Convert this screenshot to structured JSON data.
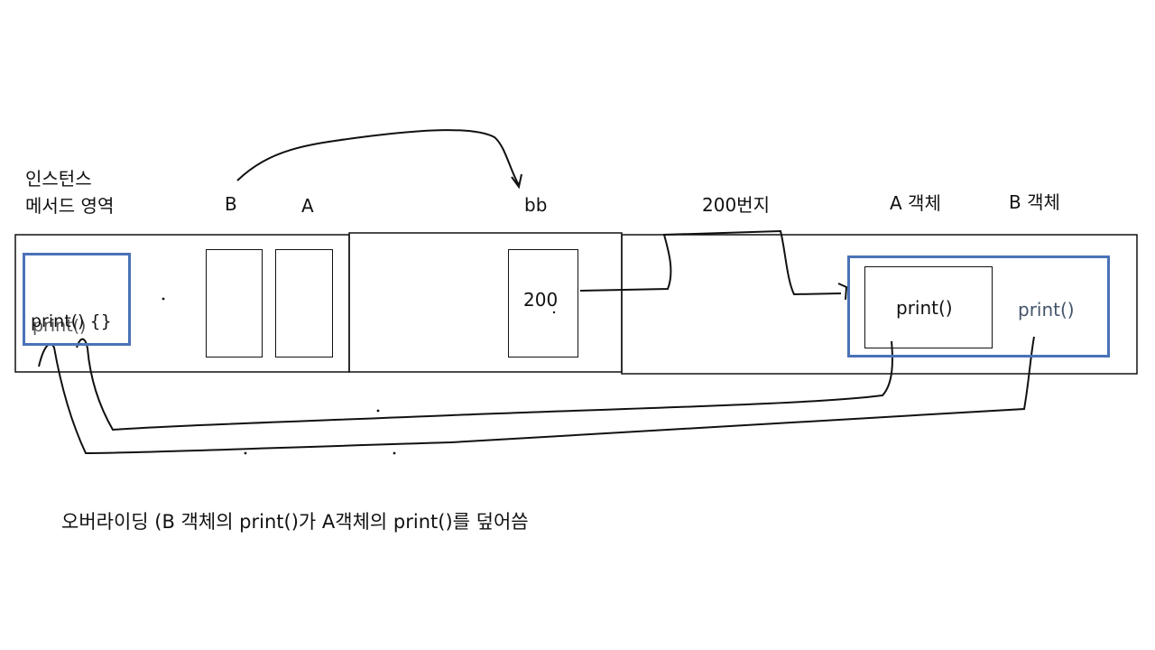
{
  "labels": {
    "method_area_line1": "인스턴스",
    "method_area_line2": "메서드 영역",
    "class_b": "B",
    "class_a": "A",
    "var_bb": "bb",
    "address": "200번지",
    "a_object": "A 객체",
    "b_object": "B 객체"
  },
  "method_area": {
    "print_def": "print() {}",
    "print_overlap": "print()"
  },
  "stack": {
    "bb_value": "200"
  },
  "heap": {
    "a_print": "print()",
    "b_print": "print()"
  },
  "caption": "오버라이딩 (B 객체의 print()가 A객체의 print()를 덮어씀",
  "colors": {
    "blue_border": "#4a72b8",
    "ink": "#111111",
    "b_print_text": "#44546a"
  }
}
